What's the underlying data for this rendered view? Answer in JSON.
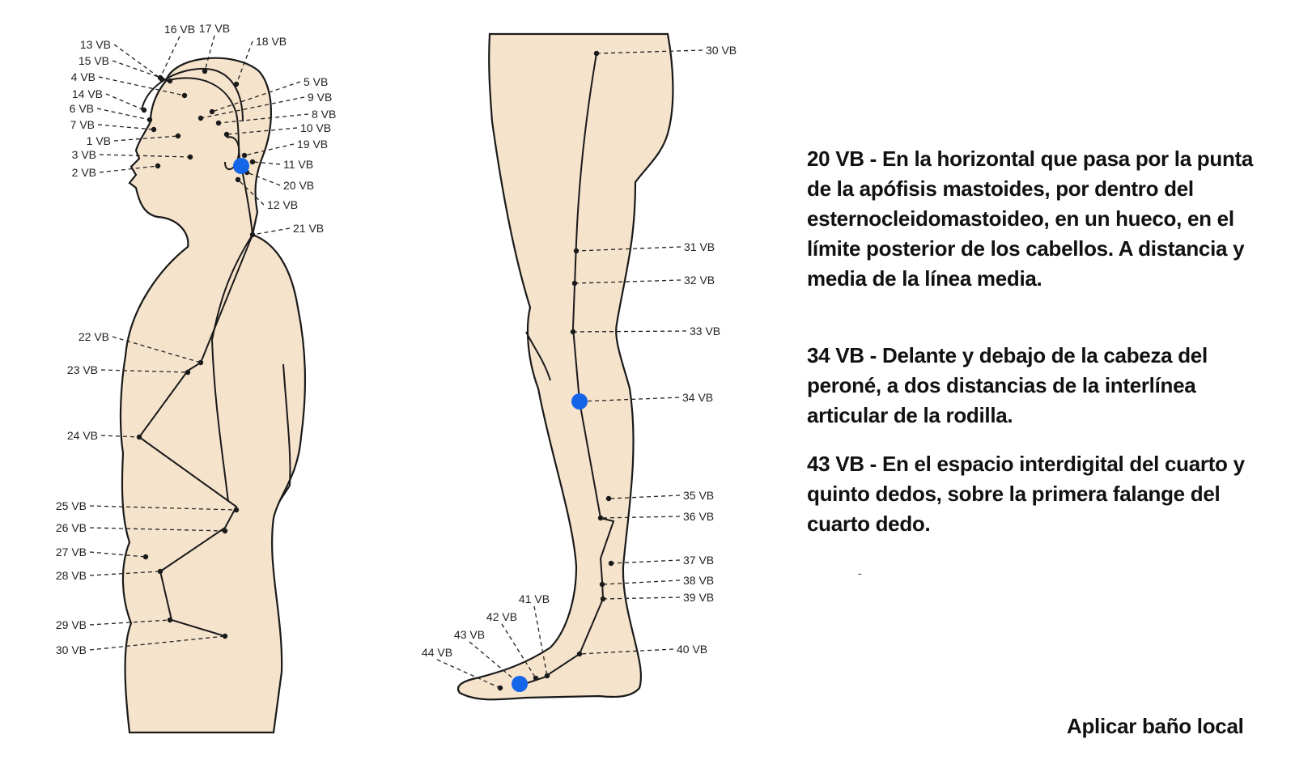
{
  "torso_labels": [
    {
      "id": "13 VB"
    },
    {
      "id": "16 VB"
    },
    {
      "id": "17 VB"
    },
    {
      "id": "18 VB"
    },
    {
      "id": "15 VB"
    },
    {
      "id": "4 VB"
    },
    {
      "id": "14 VB"
    },
    {
      "id": "6 VB"
    },
    {
      "id": "7 VB"
    },
    {
      "id": "1 VB"
    },
    {
      "id": "3 VB"
    },
    {
      "id": "2 VB"
    },
    {
      "id": "5 VB"
    },
    {
      "id": "9 VB"
    },
    {
      "id": "8 VB"
    },
    {
      "id": "10 VB"
    },
    {
      "id": "19 VB"
    },
    {
      "id": "11 VB"
    },
    {
      "id": "20 VB"
    },
    {
      "id": "12 VB"
    },
    {
      "id": "21 VB"
    },
    {
      "id": "22 VB"
    },
    {
      "id": "23 VB"
    },
    {
      "id": "24 VB"
    },
    {
      "id": "25 VB"
    },
    {
      "id": "26 VB"
    },
    {
      "id": "27 VB"
    },
    {
      "id": "28 VB"
    },
    {
      "id": "29 VB"
    },
    {
      "id": "30 VB"
    }
  ],
  "leg_labels": [
    {
      "id": "30 VB"
    },
    {
      "id": "31 VB"
    },
    {
      "id": "32 VB"
    },
    {
      "id": "33 VB"
    },
    {
      "id": "34 VB"
    },
    {
      "id": "35 VB"
    },
    {
      "id": "36 VB"
    },
    {
      "id": "37 VB"
    },
    {
      "id": "38 VB"
    },
    {
      "id": "39 VB"
    },
    {
      "id": "40 VB"
    },
    {
      "id": "41 VB"
    },
    {
      "id": "42 VB"
    },
    {
      "id": "43 VB"
    },
    {
      "id": "44 VB"
    }
  ],
  "highlighted_points": [
    "20 VB",
    "34 VB",
    "43 VB"
  ],
  "highlight_color": "#1565e8",
  "skin_color": "#f5e3cc",
  "descriptions": [
    {
      "text": "20 VB - En la horizontal que pasa por la punta de la apófisis mastoides, por dentro del esternocleidomastoideo, en un hueco, en el límite posterior de los cabellos. A distancia y media de la línea media."
    },
    {
      "text": "34 VB - Delante y debajo de la cabeza del peroné, a dos distancias de la interlínea articular de la rodilla."
    },
    {
      "text": "43 VB - En el espacio interdigital del cuarto y quinto dedos, sobre la primera falange del cuarto dedo."
    }
  ],
  "footer": "Aplicar baño local",
  "stray_mark": "-"
}
